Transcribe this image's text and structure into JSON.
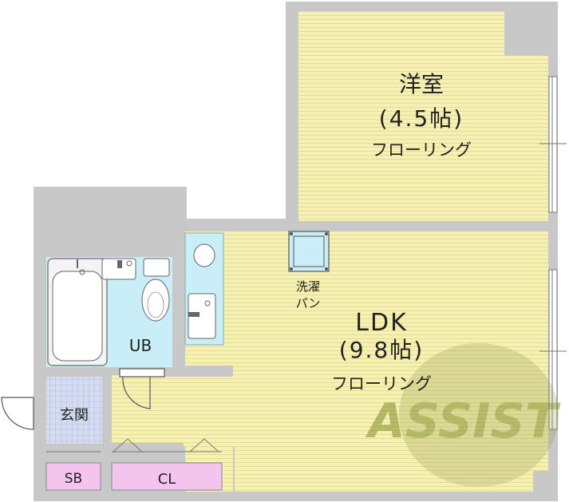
{
  "colors": {
    "wall": "#c8c8c8",
    "wall_edge": "#9a9a9a",
    "floor": "#f6f0b4",
    "floor_line": "#e2da8c",
    "bath": "#c9eef7",
    "entrance": "#cfd8ee",
    "storage": "#f4c4ef",
    "watermark": "#7f8f2e"
  },
  "rooms": {
    "western": {
      "name": "洋室",
      "size": "(4.5帖)",
      "floor": "フローリング"
    },
    "ldk": {
      "name": "LDK",
      "size": "(9.8帖)",
      "floor": "フローリング"
    },
    "bath": {
      "label": "UB"
    },
    "entrance": {
      "label": "玄関"
    },
    "sb": {
      "label": "SB"
    },
    "cl": {
      "label": "CL"
    },
    "laundry": {
      "label_line1": "洗濯",
      "label_line2": "パン"
    }
  },
  "watermark": {
    "text": "ASSIST"
  }
}
